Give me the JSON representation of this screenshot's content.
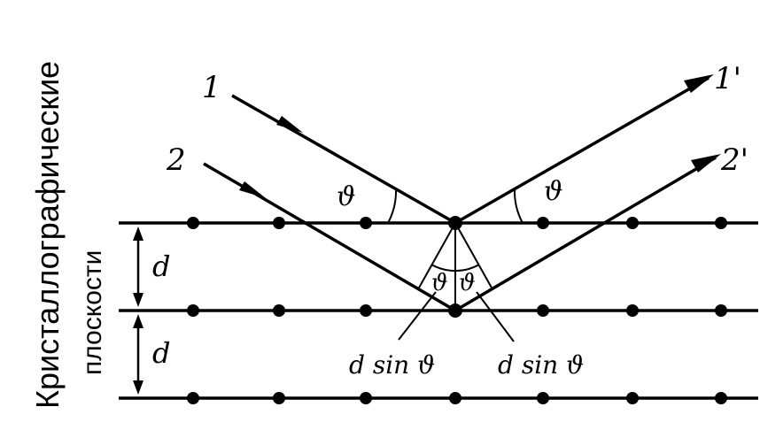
{
  "side_label": {
    "line1": "Кристаллографические",
    "line2": "плоскости"
  },
  "rays": {
    "incident_1": "1",
    "incident_2": "2",
    "reflected_1": "1'",
    "reflected_2": "2'"
  },
  "angles": {
    "incident": "ϑ",
    "reflected": "ϑ",
    "inner_left": "ϑ",
    "inner_right": "ϑ"
  },
  "spacing": {
    "upper": "d",
    "lower": "d"
  },
  "path_difference": {
    "left": "d sin ϑ",
    "right": "d sin ϑ"
  }
}
